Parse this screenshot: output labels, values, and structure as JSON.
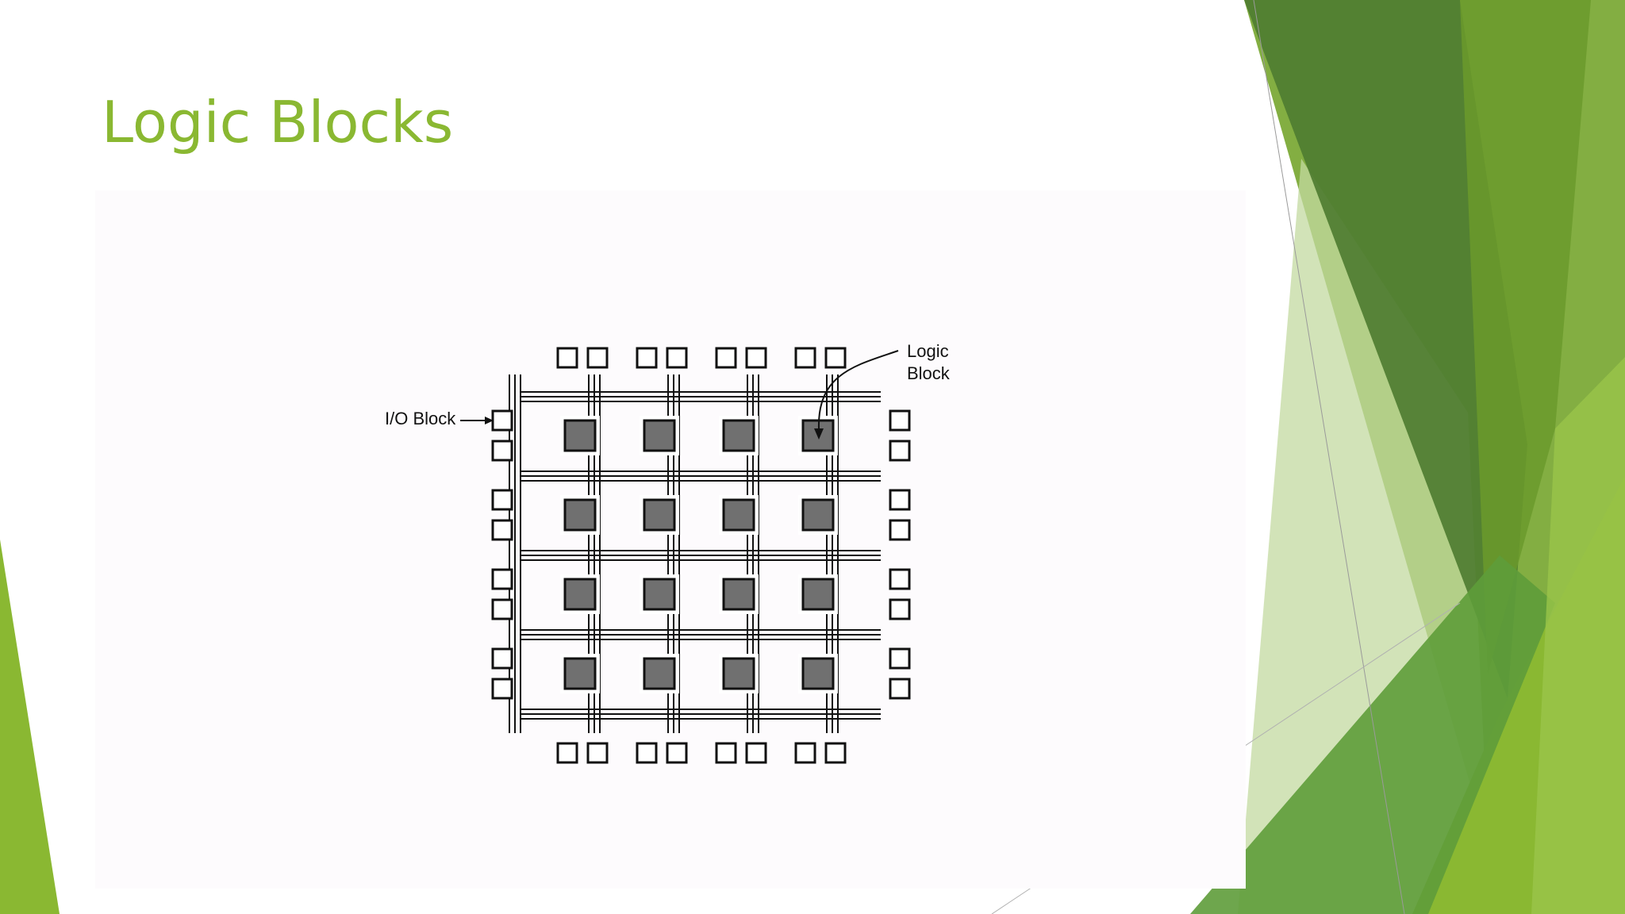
{
  "slide": {
    "title": "Logic Blocks",
    "accent_color": "#8ab832"
  },
  "diagram": {
    "description_type": "fpga-architecture",
    "grid_rows": 4,
    "grid_cols": 4,
    "logic_block_color": "#707070",
    "labels": {
      "io_block": "I/O Block",
      "logic_block_line1": "Logic",
      "logic_block_line2": "Block"
    }
  }
}
